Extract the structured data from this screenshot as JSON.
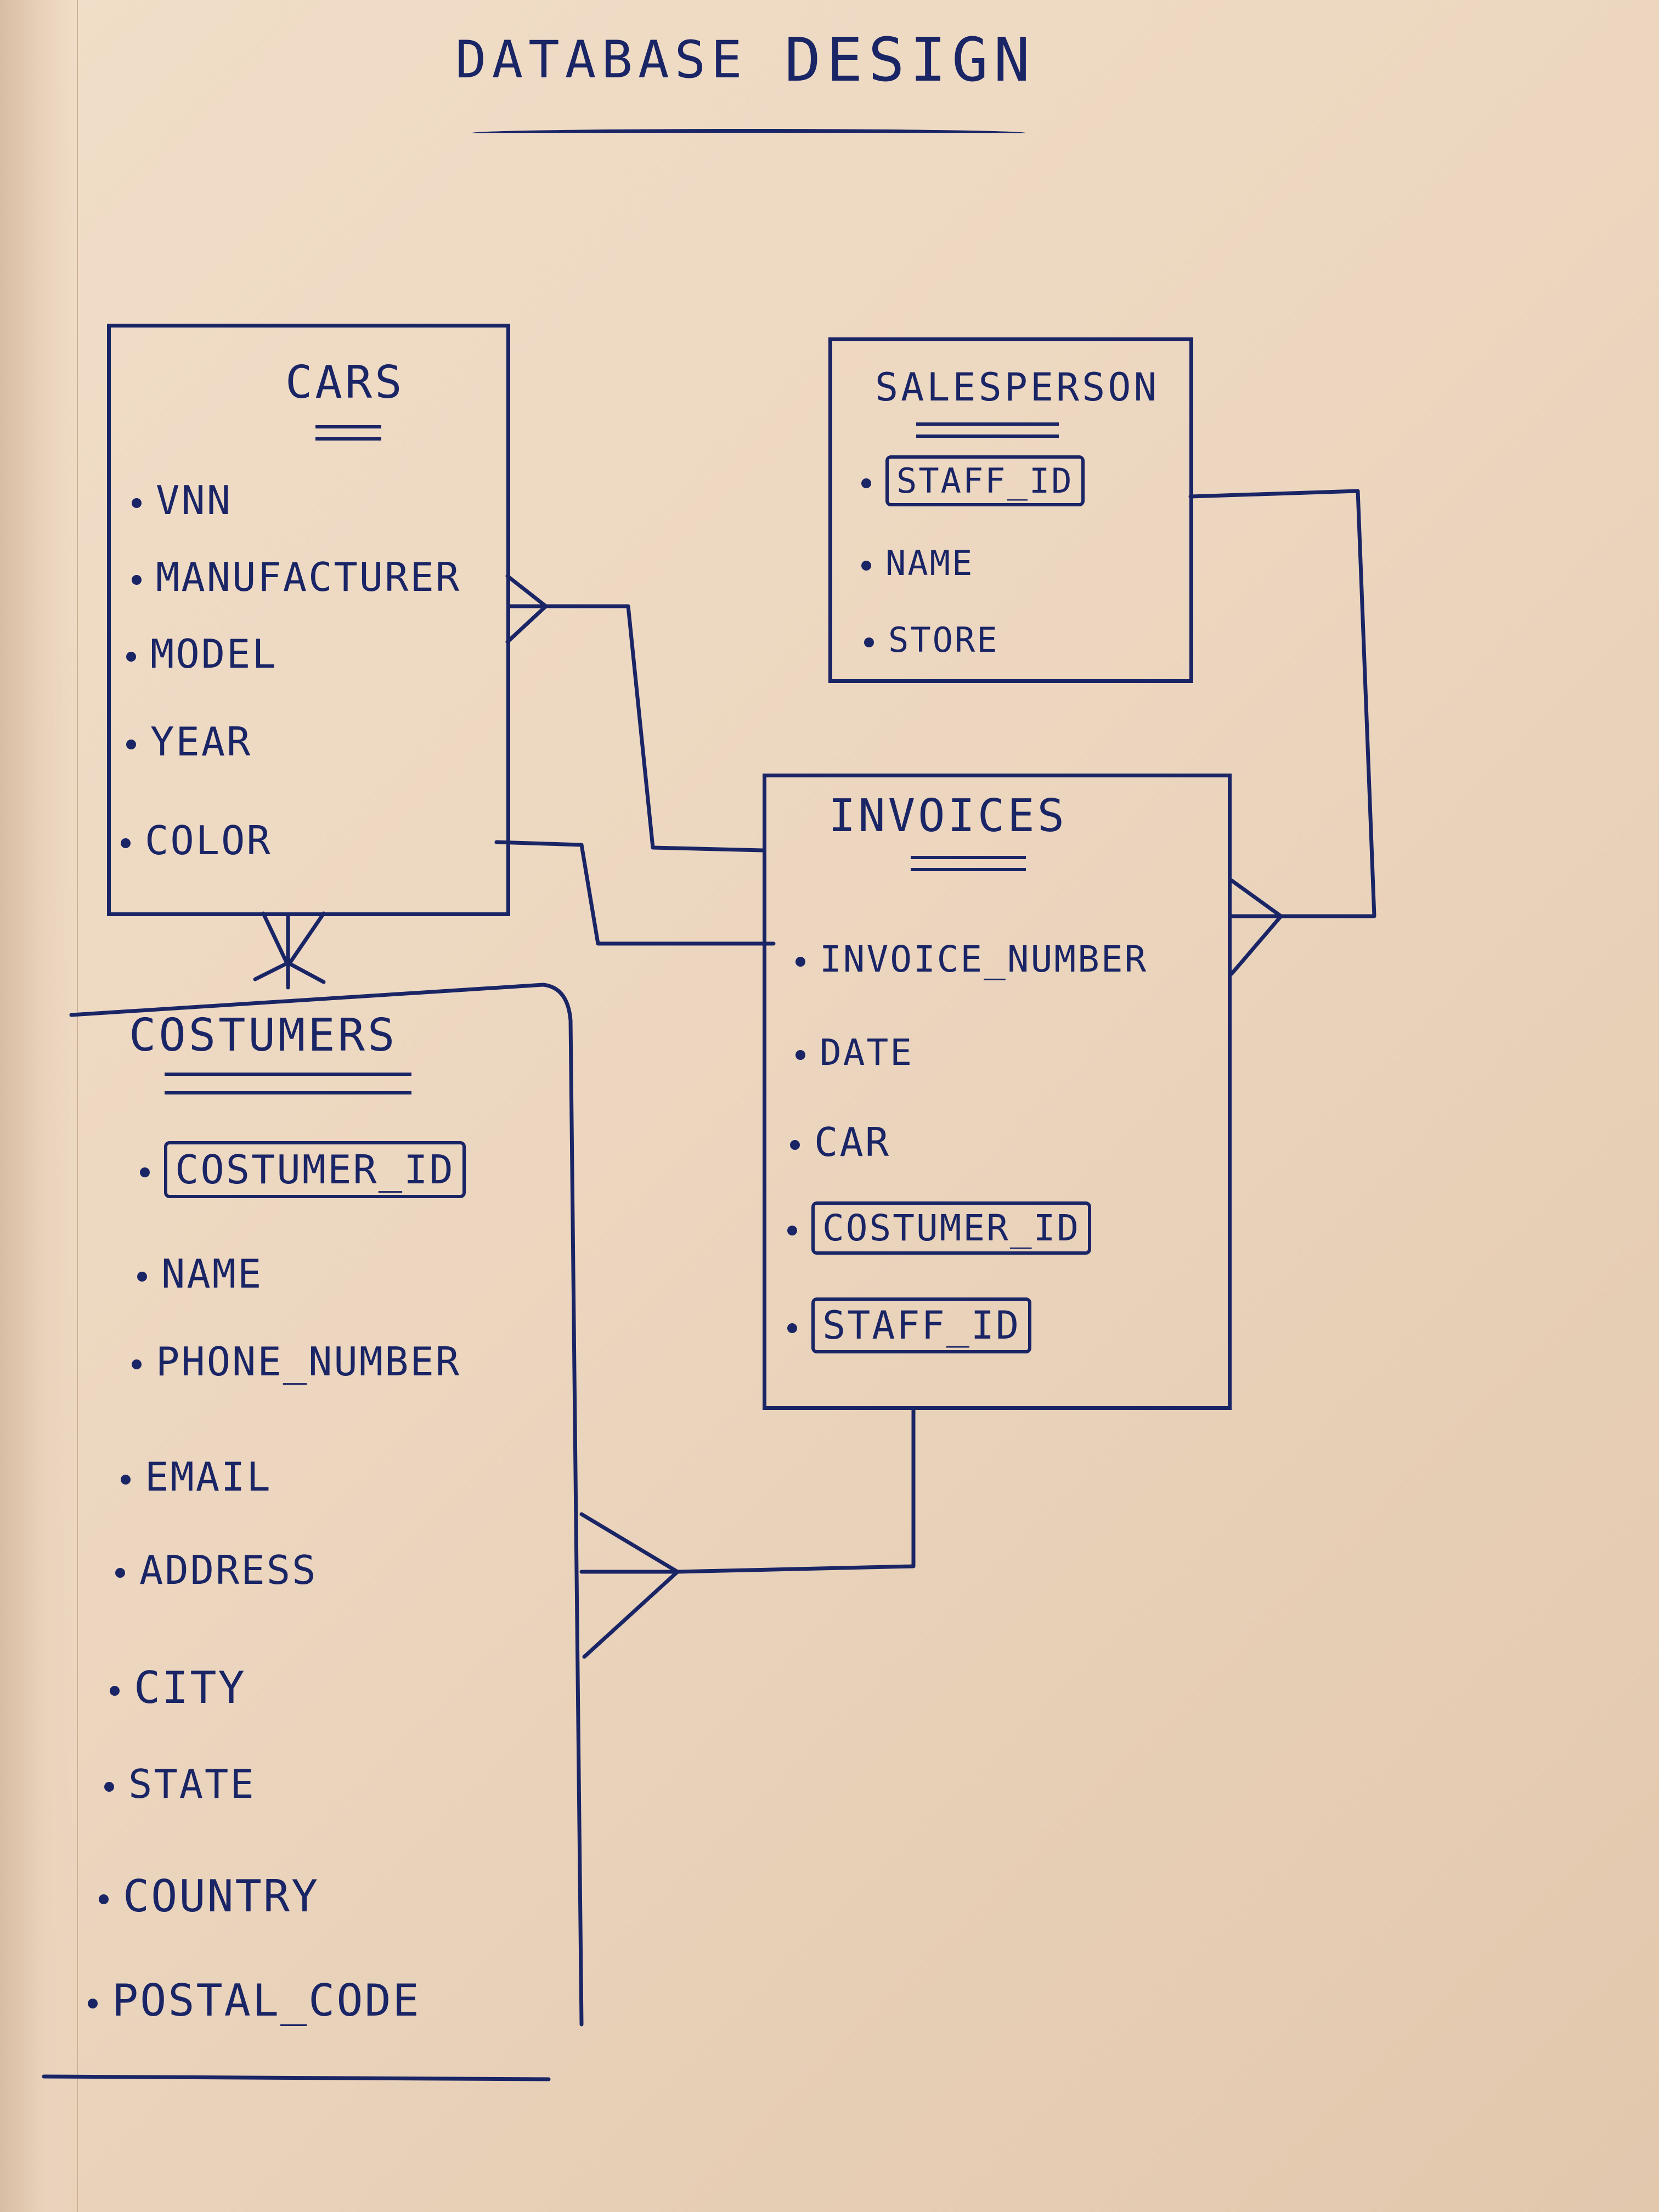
{
  "title": {
    "word1": "DATABASE",
    "word2": "DESIGN"
  },
  "entities": {
    "cars": {
      "name": "CARS",
      "attributes": [
        "VNN",
        "MANUFACTURER",
        "MODEL",
        "YEAR",
        "COLOR"
      ]
    },
    "salesperson": {
      "name": "SALESPERSON",
      "attributes": [
        "STAFF_ID",
        "NAME",
        "STORE"
      ]
    },
    "invoices": {
      "name": "INVOICES",
      "attributes": [
        "INVOICE_NUMBER",
        "DATE",
        "CAR",
        "COSTUMER_ID",
        "STAFF_ID"
      ]
    },
    "costumers": {
      "name": "COSTUMERS",
      "attributes": [
        "COSTUMER_ID",
        "NAME",
        "PHONE_NUMBER",
        "EMAIL",
        "ADDRESS",
        "CITY",
        "STATE",
        "COUNTRY",
        "POSTAL_CODE"
      ]
    }
  },
  "colors": {
    "ink": "#1a2566",
    "paper": "#f1dec8"
  }
}
